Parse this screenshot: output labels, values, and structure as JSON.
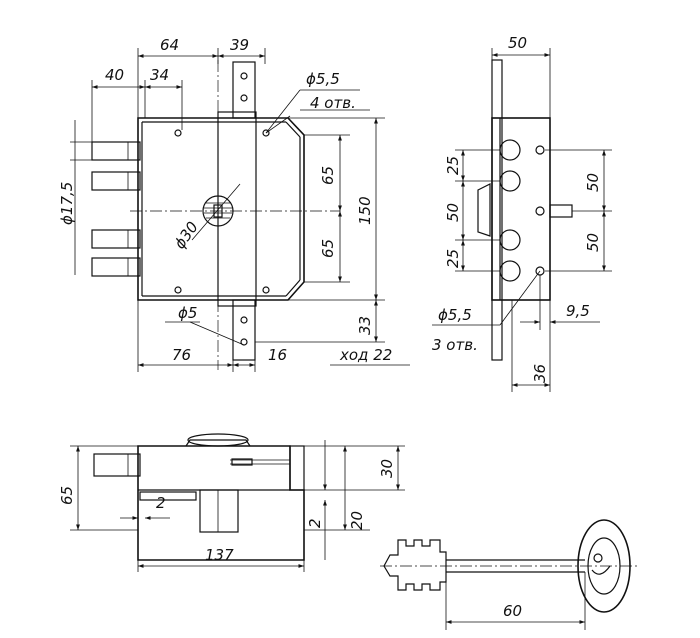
{
  "front_view": {
    "dim_top_64": "64",
    "dim_top_39": "39",
    "dim_40": "40",
    "dim_34": "34",
    "dim_hole": "ϕ5,5",
    "dim_holes_count": "4 отв.",
    "dim_bolt_dia": "ϕ17,5",
    "dim_cyl_dia": "ϕ30",
    "dim_65_upper": "65",
    "dim_65_lower": "65",
    "dim_150": "150",
    "dim_phi5": "ϕ5",
    "dim_33": "33",
    "dim_76": "76",
    "dim_16": "16",
    "dim_travel": "ход 22"
  },
  "side_view": {
    "dim_50_top": "50",
    "dim_25_upper": "25",
    "dim_50_mid": "50",
    "dim_25_lower": "25",
    "dim_50_right_upper": "50",
    "dim_50_right_lower": "50",
    "dim_hole": "ϕ5,5",
    "dim_holes_count": "3 отв.",
    "dim_9_5": "9,5",
    "dim_36": "36"
  },
  "top_view": {
    "dim_65": "65",
    "dim_2_left": "2",
    "dim_137": "137",
    "dim_30": "30",
    "dim_2_right": "2",
    "dim_20": "20"
  },
  "key_view": {
    "dim_60": "60"
  }
}
